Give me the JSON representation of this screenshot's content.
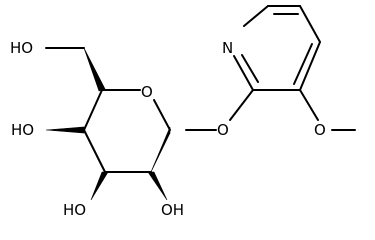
{
  "diagram": {
    "atom_labels": {
      "ring_oxygen": "O",
      "glycosidic_oxygen": "O",
      "methoxy_oxygen": "O",
      "pyridine_nitrogen": "N",
      "hydroxymethyl_oh": "HO",
      "c4_oh": "HO",
      "c3_oh": "HO",
      "c2_oh": "OH"
    }
  }
}
